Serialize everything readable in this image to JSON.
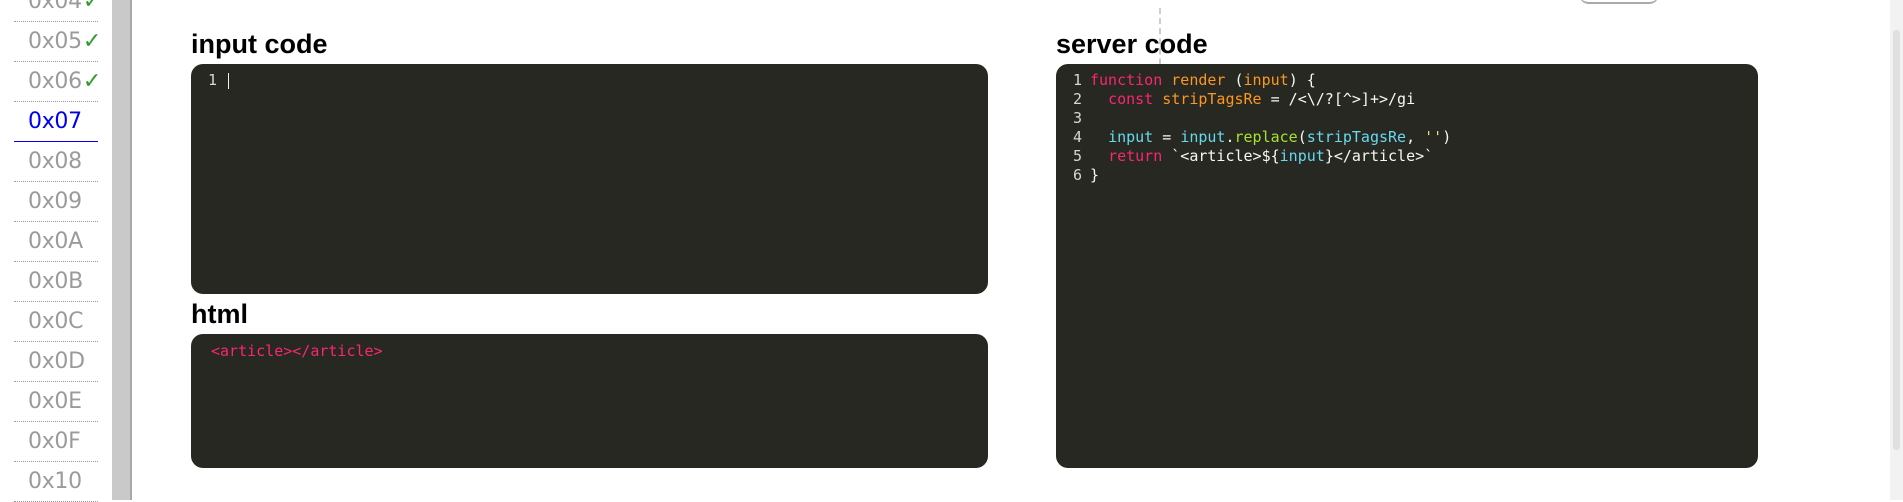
{
  "sidebar": {
    "levels": [
      {
        "label": "0x04",
        "solved": true
      },
      {
        "label": "0x05",
        "solved": true
      },
      {
        "label": "0x06",
        "solved": true
      },
      {
        "label": "0x07",
        "solved": false,
        "active": true
      },
      {
        "label": "0x08",
        "solved": false
      },
      {
        "label": "0x09",
        "solved": false
      },
      {
        "label": "0x0A",
        "solved": false
      },
      {
        "label": "0x0B",
        "solved": false
      },
      {
        "label": "0x0C",
        "solved": false
      },
      {
        "label": "0x0D",
        "solved": false
      },
      {
        "label": "0x0E",
        "solved": false
      },
      {
        "label": "0x0F",
        "solved": false
      },
      {
        "label": "0x10",
        "solved": false
      }
    ],
    "check_mark": "✓"
  },
  "input_panel": {
    "title": "input code",
    "line_numbers": [
      "1"
    ],
    "value": ""
  },
  "html_panel": {
    "title": "html",
    "output": "<article></article>"
  },
  "server_panel": {
    "title": "server code",
    "lines": [
      {
        "num": "1",
        "tokens": [
          [
            "kw",
            "function"
          ],
          [
            "pl",
            " "
          ],
          [
            "fn",
            "render"
          ],
          [
            "pl",
            " ("
          ],
          [
            "fn",
            "input"
          ],
          [
            "pl",
            ") {"
          ]
        ]
      },
      {
        "num": "2",
        "tokens": [
          [
            "pl",
            "  "
          ],
          [
            "kw",
            "const"
          ],
          [
            "pl",
            " "
          ],
          [
            "fn",
            "stripTagsRe"
          ],
          [
            "pl",
            " = /<\\/?[^>]+>/gi"
          ]
        ]
      },
      {
        "num": "3",
        "tokens": [
          [
            "pl",
            ""
          ]
        ]
      },
      {
        "num": "4",
        "tokens": [
          [
            "pl",
            "  "
          ],
          [
            "id",
            "input"
          ],
          [
            "pl",
            " = "
          ],
          [
            "id",
            "input"
          ],
          [
            "pl",
            "."
          ],
          [
            "call",
            "replace"
          ],
          [
            "pl",
            "("
          ],
          [
            "id",
            "stripTagsRe"
          ],
          [
            "pl",
            ", "
          ],
          [
            "str",
            "''"
          ],
          [
            "pl",
            ")"
          ]
        ]
      },
      {
        "num": "5",
        "tokens": [
          [
            "pl",
            "  "
          ],
          [
            "kw",
            "return"
          ],
          [
            "pl",
            " `<article>${"
          ],
          [
            "id",
            "input"
          ],
          [
            "pl",
            "}</article>`"
          ]
        ]
      },
      {
        "num": "6",
        "tokens": [
          [
            "pl",
            "}"
          ]
        ]
      }
    ]
  },
  "colors": {
    "editor_bg": "#272822",
    "active_level": "#0000ee",
    "solved_check": "#2e9a2e",
    "keyword": "#f92672"
  }
}
